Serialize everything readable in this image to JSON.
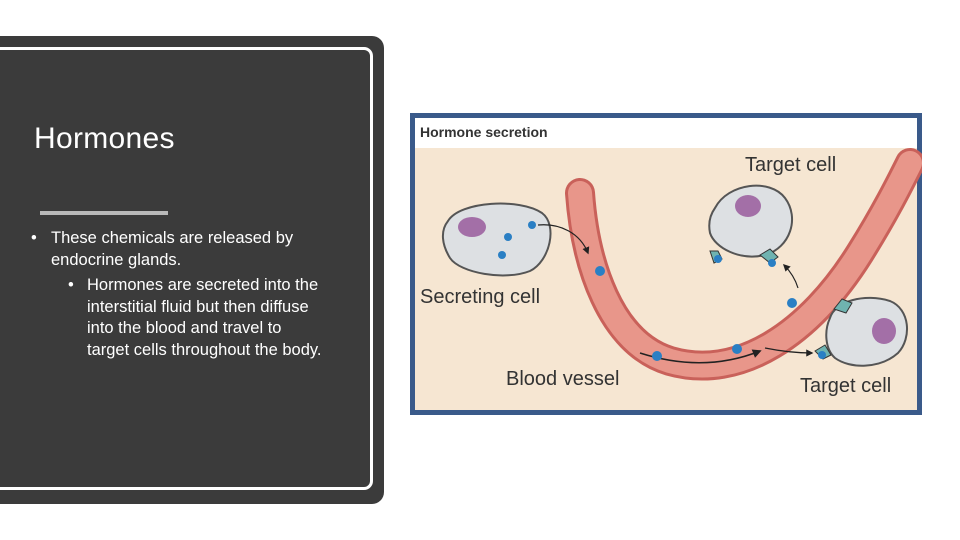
{
  "slide": {
    "title": "Hormones",
    "bullet_1": "These chemicals are released by endocrine glands.",
    "bullet_2": "Hormones are secreted into the interstitial fluid but then diffuse into the blood and travel to target cells throughout the body.",
    "bullet_symbol": "•"
  },
  "figure": {
    "header": "Hormone secretion",
    "label_target_top": "Target cell",
    "label_secreting": "Secreting cell",
    "label_vessel": "Blood vessel",
    "label_target_bottom": "Target cell",
    "colors": {
      "background": "#f6e6d2",
      "vessel": "#e8968a",
      "cell": "#dde0e3",
      "nucleus": "#a36fa7",
      "hormone": "#2a7fc4"
    }
  }
}
